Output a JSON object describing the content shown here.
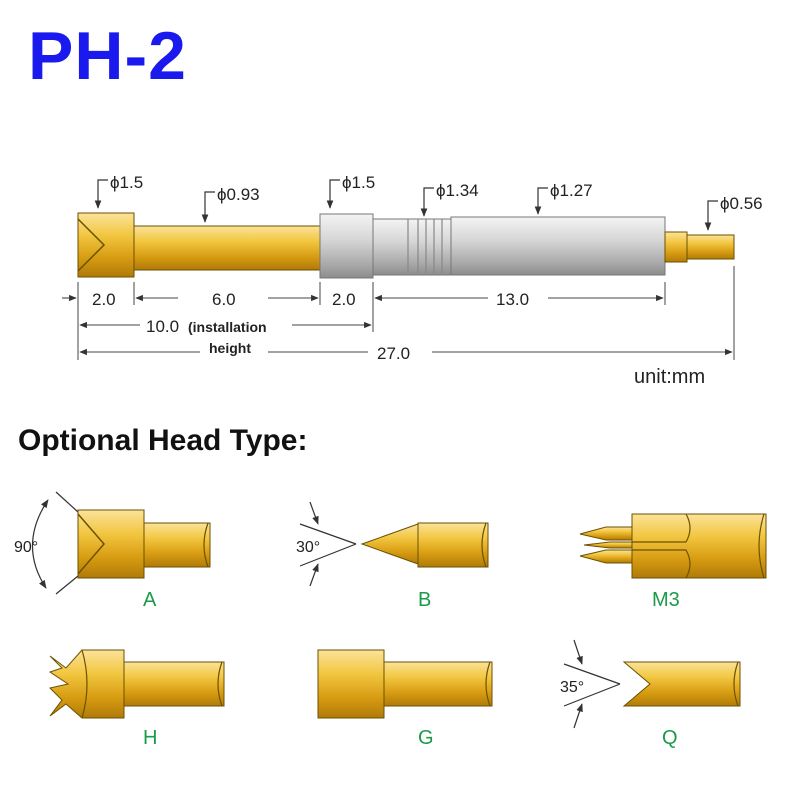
{
  "title": "PH-2",
  "diameters": {
    "head": "ϕ1.5",
    "shaft": "ϕ0.93",
    "collar": "ϕ1.5",
    "crimp": "ϕ1.34",
    "barrel": "ϕ1.27",
    "tip": "ϕ0.56"
  },
  "dimensions": {
    "head_len": "2.0",
    "shaft_len": "6.0",
    "collar_len": "2.0",
    "barrel_len": "13.0",
    "install_len": "10.0",
    "install_note_1": "(installation",
    "install_note_2": "height",
    "total_len": "27.0"
  },
  "unit": "unit:mm",
  "section_title": "Optional Head Type:",
  "head_types": {
    "a": {
      "label": "A",
      "angle": "90°"
    },
    "b": {
      "label": "B",
      "angle": "30°"
    },
    "m3": {
      "label": "M3"
    },
    "h": {
      "label": "H"
    },
    "g": {
      "label": "G"
    },
    "q": {
      "label": "Q",
      "angle": "35°"
    }
  },
  "colors": {
    "title": "#1a1aee",
    "gold": "#e8b21a",
    "silver": "#c8c8c8",
    "label_green": "#1b9a4a"
  }
}
